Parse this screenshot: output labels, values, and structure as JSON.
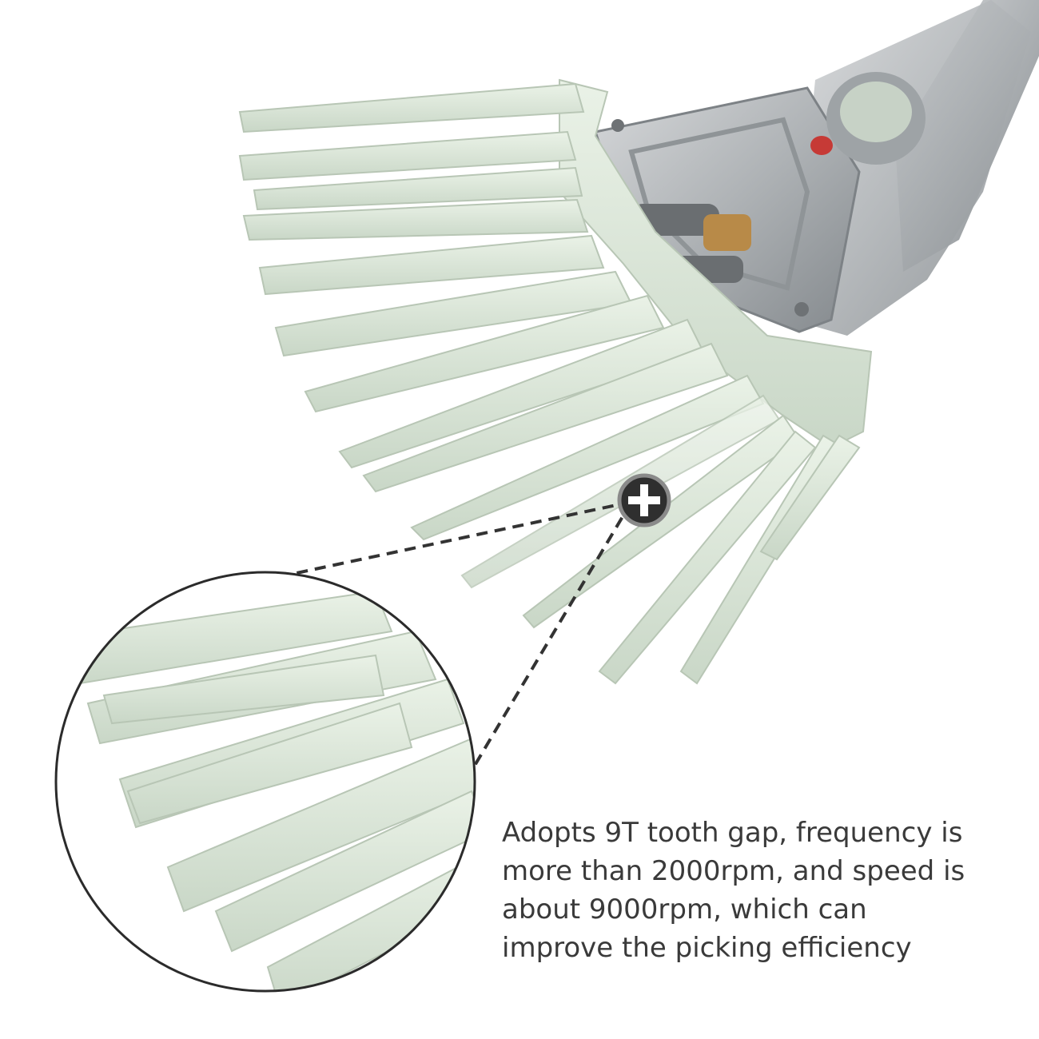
{
  "caption": {
    "lines": [
      "Adopts 9T tooth gap, frequency is",
      "more than 2000rpm, and speed is",
      "about 9000rpm, which can",
      "improve the picking efficiency"
    ]
  },
  "icons": {
    "zoom": "plus-circle-icon"
  },
  "colors": {
    "background": "#ffffff",
    "tine": "#dfe9dc",
    "tine_shadow": "#bfcdbd",
    "metal": "#b9bcbf",
    "metal_dark": "#8d9194",
    "zoom_badge": "#2f2f2f",
    "text": "#3a3a3a"
  }
}
